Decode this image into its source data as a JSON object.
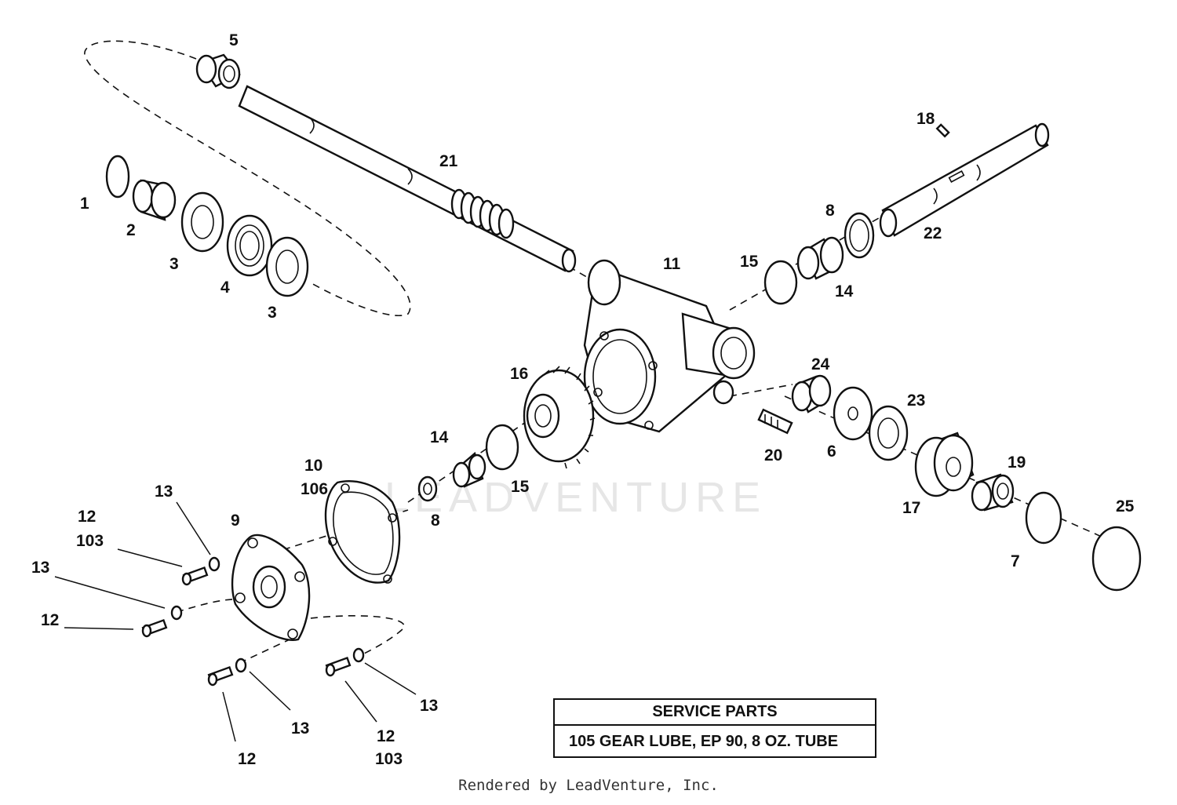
{
  "watermark": "LEADVENTURE",
  "callouts": {
    "c1": "1",
    "c2": "2",
    "c3a": "3",
    "c3b": "3",
    "c4": "4",
    "c5": "5",
    "c6": "6",
    "c7": "7",
    "c8a": "8",
    "c8b": "8",
    "c9": "9",
    "c10": "10",
    "c106": "106",
    "c11": "11",
    "c12a": "12",
    "c103a": "103",
    "c12b": "12",
    "c12c": "12",
    "c12d": "12",
    "c103b": "103",
    "c13a": "13",
    "c13b": "13",
    "c13c": "13",
    "c13d": "13",
    "c14a": "14",
    "c14b": "14",
    "c15a": "15",
    "c15b": "15",
    "c16": "16",
    "c17": "17",
    "c18": "18",
    "c19": "19",
    "c20": "20",
    "c21": "21",
    "c22": "22",
    "c23": "23",
    "c24": "24",
    "c25": "25"
  },
  "service_parts": {
    "title": "SERVICE PARTS",
    "item": "105 GEAR LUBE, EP 90, 8 OZ. TUBE"
  },
  "footer": "Rendered by LeadVenture, Inc."
}
